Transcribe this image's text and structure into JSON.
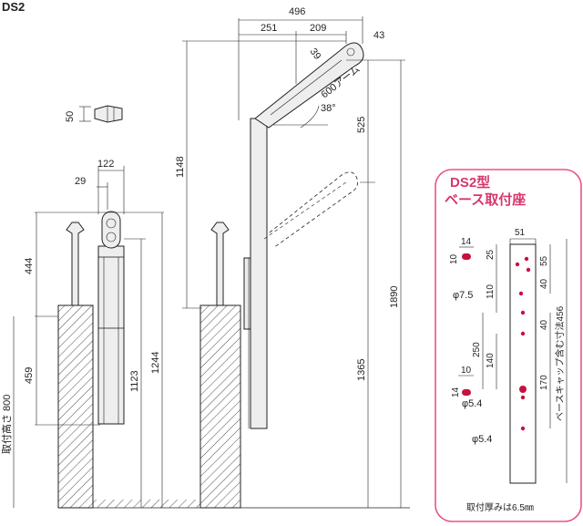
{
  "model": "DS2",
  "dimensions": {
    "d496": "496",
    "d251": "251",
    "d209": "209",
    "d43": "43",
    "d39": "39",
    "arm": "600アーム",
    "angle": "38°",
    "d525": "525",
    "d1148": "1148",
    "d1890": "1890",
    "d1365": "1365",
    "d50": "50",
    "d122": "122",
    "d29": "29",
    "d444": "444",
    "d459": "459",
    "d1123": "1123",
    "d1244": "1244",
    "mount_height": "取付高さ 800"
  },
  "base": {
    "title_line1": "DS2型",
    "title_line2": "ベース取付座",
    "d51": "51",
    "d14a": "14",
    "d10a": "10",
    "d25": "25",
    "d55": "55",
    "d110": "110",
    "d40a": "40",
    "phi75": "φ7.5",
    "d250": "250",
    "d40b": "40",
    "d140": "140",
    "d10b": "10",
    "d14b": "14",
    "d170": "170",
    "phi54a": "φ5.4",
    "phi54b": "φ5.4",
    "cap_length": "ベースキャップ含む寸法456",
    "thickness": "取付厚みは6.5㎜"
  },
  "colors": {
    "accent_border": "#e8528c",
    "accent_title": "#d6366f",
    "hole": "#c8103d"
  }
}
